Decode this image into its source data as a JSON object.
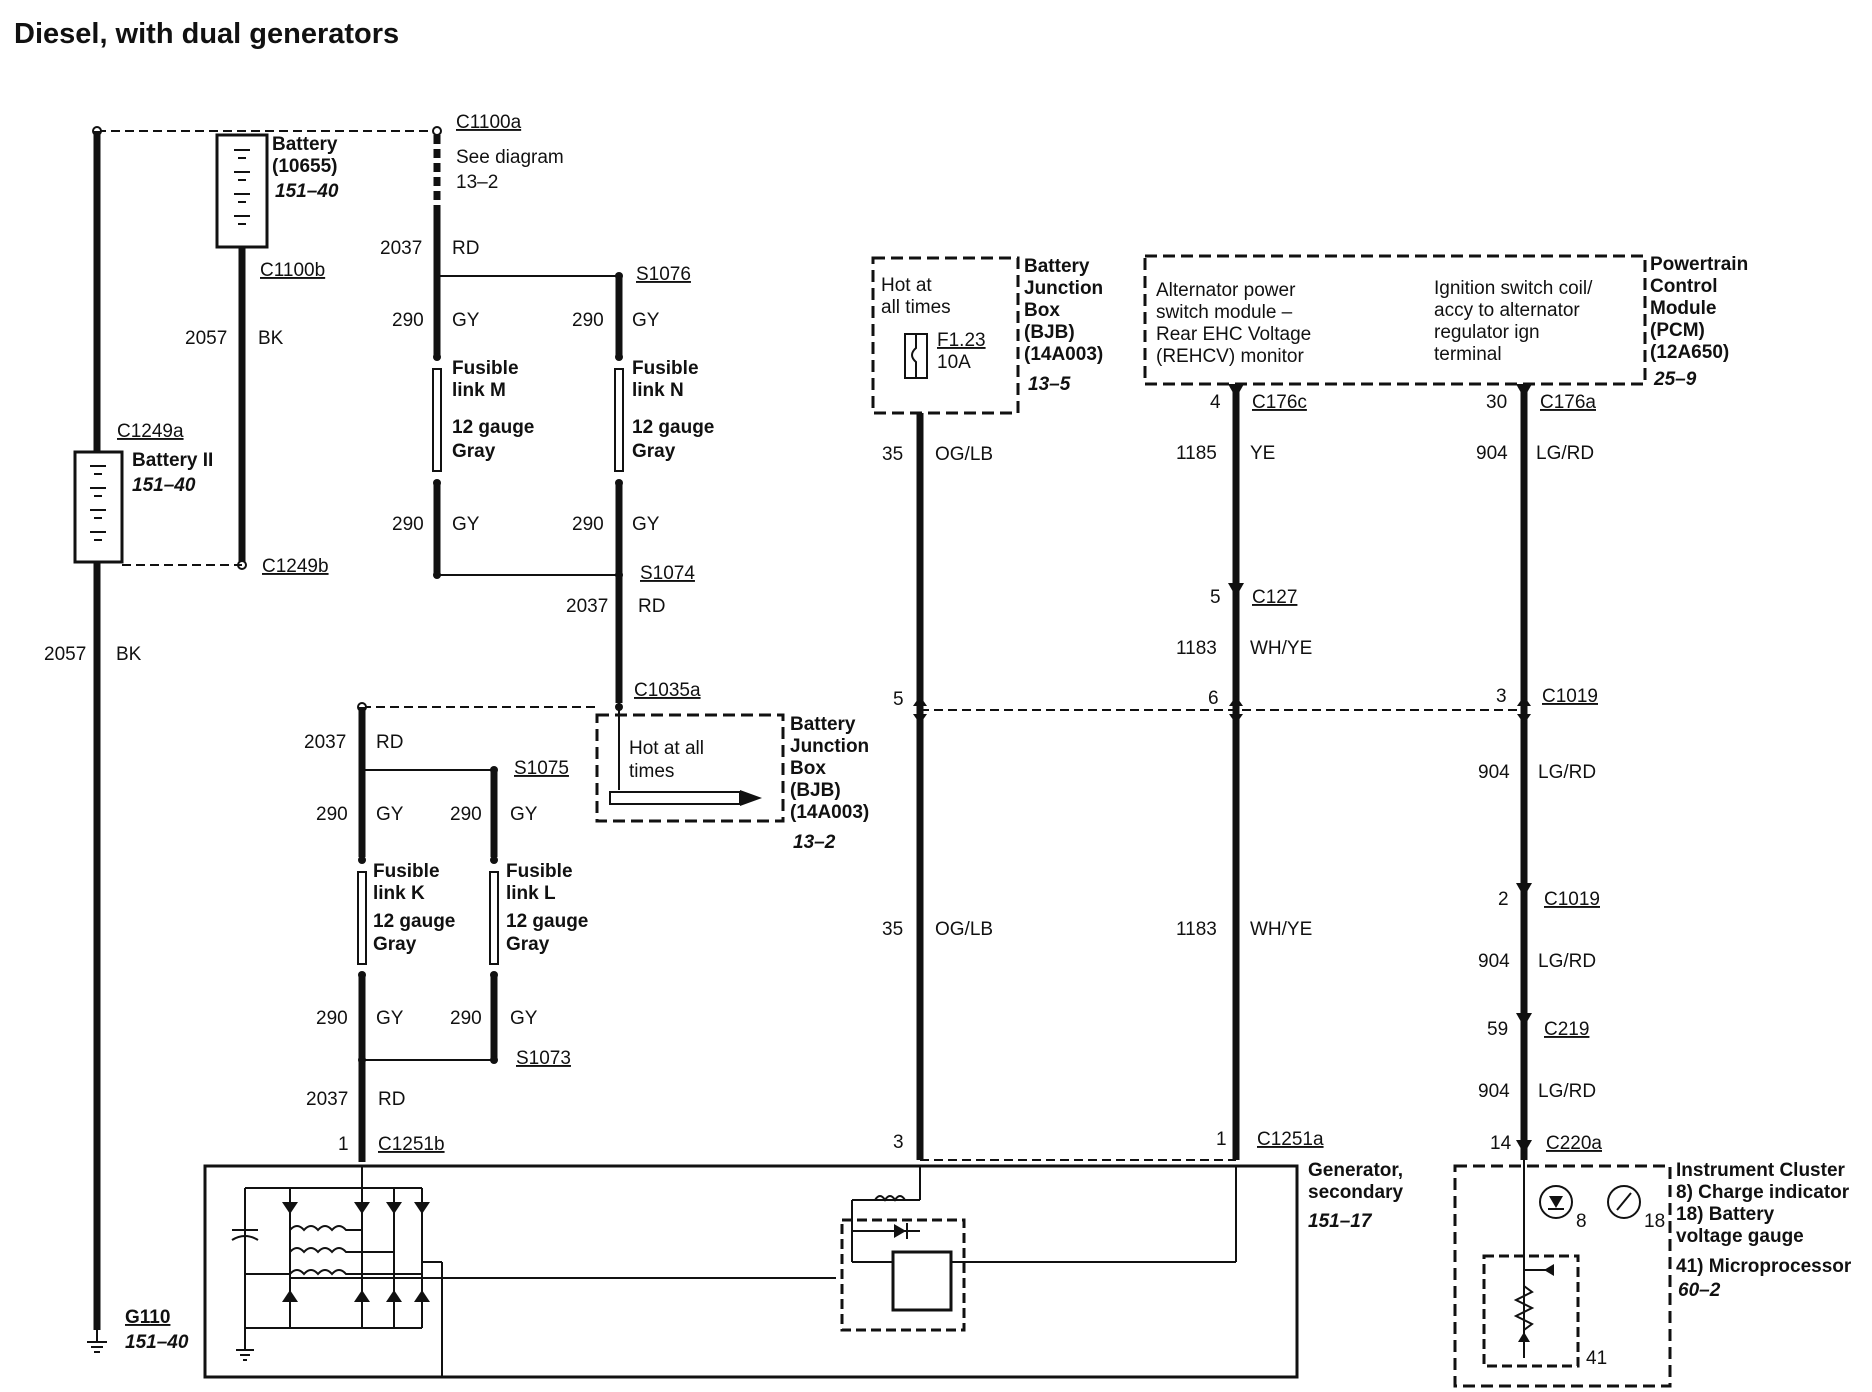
{
  "title": "Diesel, with dual generators",
  "battery1": {
    "lines": [
      "Battery",
      "(10655)"
    ],
    "ref": "151–40",
    "conn_top": "C1100a",
    "conn_bottom": "C1100b"
  },
  "see_diagram": [
    "See diagram",
    "13–2"
  ],
  "battery2": {
    "label": "Battery II",
    "ref": "151–40",
    "conn_top": "C1249a",
    "conn_bottom": "C1249b"
  },
  "ground": {
    "name": "G110",
    "ref": "151–40"
  },
  "splices": [
    "S1076",
    "S1074",
    "S1075",
    "S1073"
  ],
  "fusible_links": [
    {
      "lines": [
        "Fusible",
        "link M"
      ],
      "gauge": [
        "12 gauge",
        "Gray"
      ]
    },
    {
      "lines": [
        "Fusible",
        "link N"
      ],
      "gauge": [
        "12 gauge",
        "Gray"
      ]
    },
    {
      "lines": [
        "Fusible",
        "link K"
      ],
      "gauge": [
        "12 gauge",
        "Gray"
      ]
    },
    {
      "lines": [
        "Fusible",
        "link L"
      ],
      "gauge": [
        "12 gauge",
        "Gray"
      ]
    }
  ],
  "wires": {
    "w2037": "2037",
    "w2057": "2057",
    "w290": "290",
    "w35": "35",
    "w1185": "1185",
    "w1183": "1183",
    "w904": "904",
    "RD": "RD",
    "BK": "BK",
    "GY": "GY",
    "OGLB": "OG/LB",
    "YE": "YE",
    "WHYE": "WH/YE",
    "LGRD": "LG/RD"
  },
  "bjb_lower": {
    "hot": [
      "Hot at all",
      "times"
    ],
    "lines": [
      "Battery",
      "Junction",
      "Box",
      "(BJB)",
      "(14A003)"
    ],
    "ref": "13–2",
    "conn": "C1035a"
  },
  "bjb_upper": {
    "hot": [
      "Hot at",
      "all times"
    ],
    "fuse": "F1.23",
    "amps": "10A",
    "lines": [
      "Battery",
      "Junction",
      "Box",
      "(BJB)",
      "(14A003)"
    ],
    "ref": "13–5"
  },
  "pcm": {
    "left": [
      "Alternator power",
      "switch module –",
      "Rear EHC Voltage",
      "(REHCV) monitor"
    ],
    "right": [
      "Ignition switch coil/",
      "accy to alternator",
      "regulator ign",
      "terminal"
    ],
    "lines": [
      "Powertrain",
      "Control",
      "Module",
      "(PCM)",
      "(12A650)"
    ],
    "ref": "25–9"
  },
  "connectors": {
    "c176c": "C176c",
    "c176a": "C176a",
    "c127": "C127",
    "c1019": "C1019",
    "c219": "C219",
    "c220a": "C220a",
    "c1251a": "C1251a",
    "c1251b": "C1251b"
  },
  "pins": {
    "p4": "4",
    "p30": "30",
    "p5": "5",
    "p6": "6",
    "p3": "3",
    "p2": "2",
    "p59": "59",
    "p14": "14",
    "p1": "1",
    "p8": "8",
    "p18": "18",
    "p41": "41"
  },
  "generator": {
    "lines": [
      "Generator,",
      "secondary"
    ],
    "ref": "151–17"
  },
  "cluster": {
    "lines": [
      "Instrument Cluster",
      "8) Charge indicator",
      "18) Battery",
      "voltage gauge",
      "41) Microprocessor"
    ],
    "ref": "60–2"
  }
}
